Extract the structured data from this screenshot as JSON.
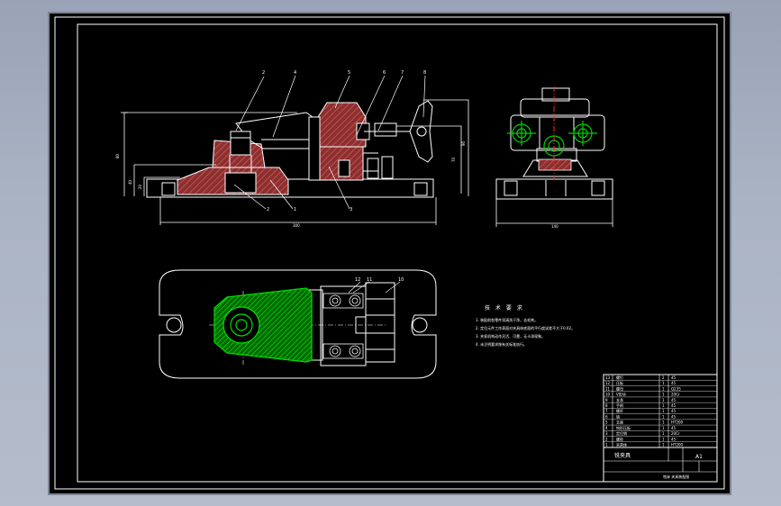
{
  "title_block": {
    "drawing_name": "铣夹具",
    "scale_label": "A1",
    "title_row": "铣床 夹具装配图",
    "part_rows": [
      {
        "no": "13",
        "name": "螺钉",
        "qty": "2",
        "mat": "45"
      },
      {
        "no": "12",
        "name": "压板",
        "qty": "1",
        "mat": "45"
      },
      {
        "no": "11",
        "name": "螺母",
        "qty": "1",
        "mat": "Q235"
      },
      {
        "no": "10",
        "name": "V形块",
        "qty": "1",
        "mat": "20Cr"
      },
      {
        "no": "9",
        "name": "支承",
        "qty": "1",
        "mat": "45"
      },
      {
        "no": "8",
        "name": "手柄",
        "qty": "1",
        "mat": "45"
      },
      {
        "no": "7",
        "name": "螺杆",
        "qty": "1",
        "mat": "45"
      },
      {
        "no": "6",
        "name": "销",
        "qty": "1",
        "mat": "45"
      },
      {
        "no": "5",
        "name": "支座",
        "qty": "1",
        "mat": "HT200"
      },
      {
        "no": "4",
        "name": "钩形压板",
        "qty": "1",
        "mat": "45"
      },
      {
        "no": "3",
        "name": "定位销",
        "qty": "1",
        "mat": "20Cr"
      },
      {
        "no": "2",
        "name": "螺栓",
        "qty": "1",
        "mat": "45"
      },
      {
        "no": "1",
        "name": "夹具体",
        "qty": "1",
        "mat": "HT200"
      }
    ]
  },
  "tech_requirements": {
    "heading": "技 术 要 求",
    "items": [
      "1. 装配前各零件须清洗干净，去毛刺。",
      "2. 定位元件工作表面对夹具体底面的平行度误差不大于0.02。",
      "3. 夹紧机构动作灵活、可靠，无卡滞现象。",
      "4. 未注明要求按有关标准执行。"
    ]
  },
  "callouts": {
    "front": [
      "2",
      "4",
      "5",
      "6",
      "7",
      "8"
    ],
    "front_bottom": [
      "2",
      "1",
      "3"
    ],
    "top": [
      "12",
      "11",
      "10"
    ]
  },
  "colors": {
    "background": "#000000",
    "frame": "#ffffff",
    "section_fill": "#a23a3a",
    "green": "#00d000",
    "center_line": "#ff2a2a"
  }
}
